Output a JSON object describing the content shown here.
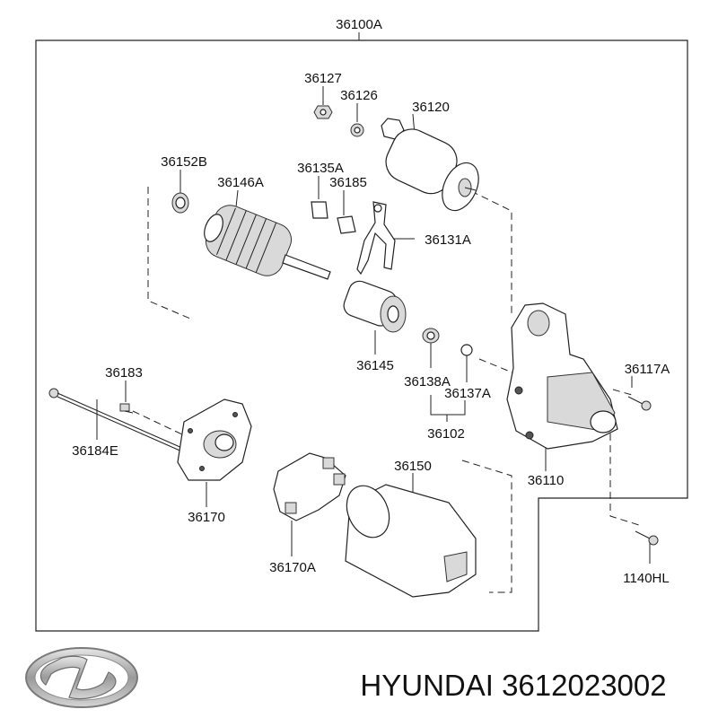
{
  "diagram": {
    "assembly_label": "36100A",
    "part_labels": [
      {
        "id": "p36127",
        "text": "36127"
      },
      {
        "id": "p36126",
        "text": "36126"
      },
      {
        "id": "p36120",
        "text": "36120"
      },
      {
        "id": "p36152B",
        "text": "36152B"
      },
      {
        "id": "p36146A",
        "text": "36146A"
      },
      {
        "id": "p36135A",
        "text": "36135A"
      },
      {
        "id": "p36185",
        "text": "36185"
      },
      {
        "id": "p36131A",
        "text": "36131A"
      },
      {
        "id": "p36145",
        "text": "36145"
      },
      {
        "id": "p36138A",
        "text": "36138A"
      },
      {
        "id": "p36137A",
        "text": "36137A"
      },
      {
        "id": "p36102",
        "text": "36102"
      },
      {
        "id": "p36117A",
        "text": "36117A"
      },
      {
        "id": "p36183",
        "text": "36183"
      },
      {
        "id": "p36184E",
        "text": "36184E"
      },
      {
        "id": "p36170",
        "text": "36170"
      },
      {
        "id": "p36150",
        "text": "36150"
      },
      {
        "id": "p36110",
        "text": "36110"
      },
      {
        "id": "p36170A",
        "text": "36170A"
      },
      {
        "id": "p1140HL",
        "text": "1140HL"
      }
    ]
  },
  "branding": {
    "logo_icon": "hyundai-logo-icon",
    "caption": "HYUNDAI 3612023002"
  }
}
